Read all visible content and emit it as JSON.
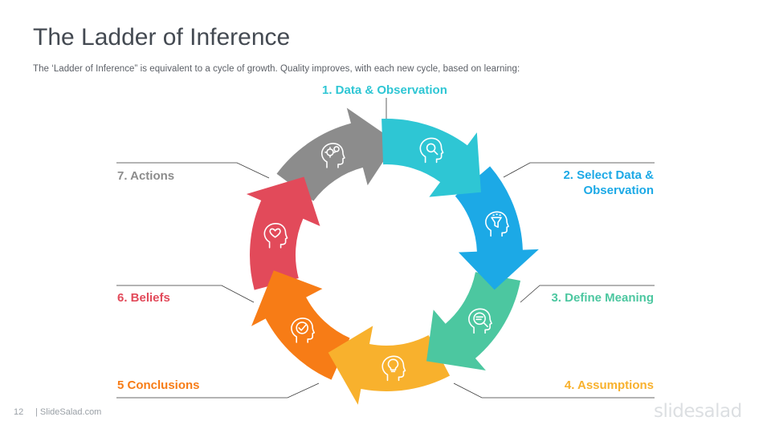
{
  "title": "The Ladder of Inference",
  "subtitle": "The ‘Ladder of Inference” is equivalent to a cycle of growth. Quality improves, with each new cycle, based on learning:",
  "stages": [
    {
      "label": "1. Data & Observation",
      "color": "#2ec6d4",
      "icon": "head-magnifier-icon"
    },
    {
      "label_line1": "2. Select Data &",
      "label_line2": "Observation",
      "color": "#1ca9e6",
      "icon": "head-funnel-icon"
    },
    {
      "label": "3. Define Meaning",
      "color": "#4cc7a0",
      "icon": "head-search-icon"
    },
    {
      "label": "4. Assumptions",
      "color": "#f8b12d",
      "icon": "head-lightbulb-icon"
    },
    {
      "label": "5 Conclusions",
      "color": "#f77c16",
      "icon": "head-checkmark-icon"
    },
    {
      "label": "6. Beliefs",
      "color": "#e24a5a",
      "icon": "head-heart-icon"
    },
    {
      "label": "7. Actions",
      "color": "#8c8c8c",
      "icon": "head-gears-icon"
    }
  ],
  "footer": {
    "page_number": "12",
    "site": "| SlideSalad.com",
    "logo": "slidesalad"
  }
}
